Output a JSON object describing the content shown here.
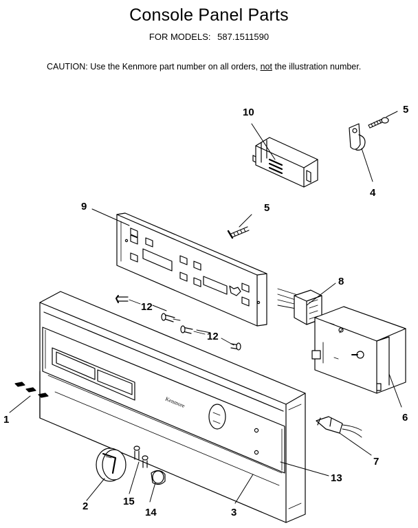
{
  "header": {
    "title": "Console Panel Parts",
    "models_label": "FOR MODELS:",
    "model_number": "587.1511590"
  },
  "caution": {
    "prefix": "CAUTION:  Use the Kenmore part number on all orders,",
    "underlined": "not",
    "suffix": "the illustration number."
  },
  "brand_text": "Kenmore",
  "callouts": [
    "10",
    "5",
    "4",
    "9",
    "5",
    "8",
    "12",
    "12",
    "1",
    "6",
    "7",
    "13",
    "2",
    "15",
    "14",
    "3"
  ]
}
